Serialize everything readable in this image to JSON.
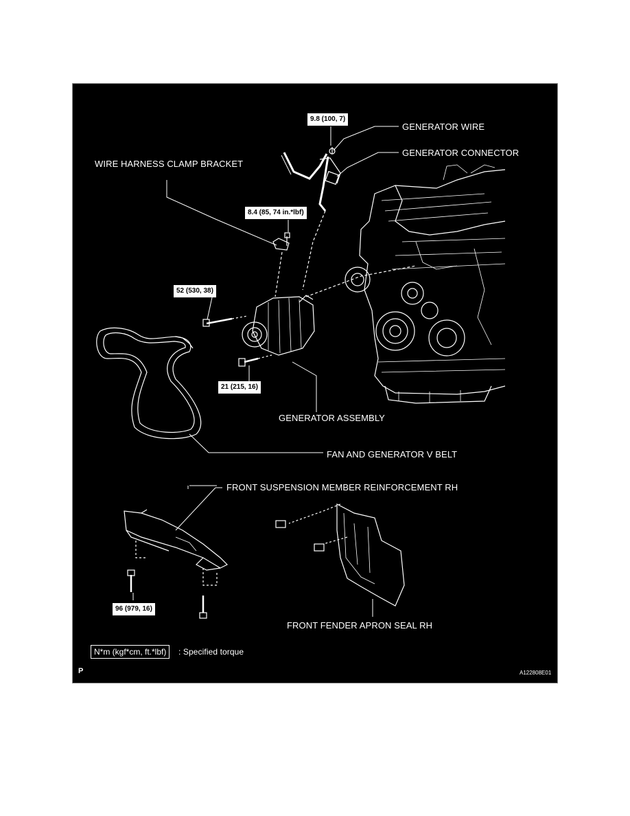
{
  "labels": {
    "generator_wire": "GENERATOR WIRE",
    "generator_connector": "GENERATOR CONNECTOR",
    "wire_harness_clamp_bracket": "WIRE HARNESS CLAMP BRACKET",
    "generator_assembly": "GENERATOR ASSEMBLY",
    "fan_and_generator_v_belt": "FAN AND GENERATOR V BELT",
    "front_suspension_member_reinforcement_rh": "FRONT SUSPENSION MEMBER REINFORCEMENT RH",
    "front_fender_apron_seal_rh": "FRONT FENDER APRON SEAL RH"
  },
  "torques": {
    "generator_wire_nut": "9.8 (100, 7)",
    "clamp_bracket_bolt": "8.4 (85, 74 in.*lbf)",
    "upper_bolt": "52 (530, 38)",
    "lower_bolt": "21 (215, 16)",
    "reinforcement_bolt": "96 (979, 16)"
  },
  "legend": {
    "unit_box": "N*m (kgf*cm, ft.*lbf)",
    "unit_text": ": Specified torque"
  },
  "corner": {
    "page_letter": "P",
    "figure_id": "A122808E01"
  },
  "colors": {
    "background": "#000000",
    "line": "#ffffff"
  }
}
